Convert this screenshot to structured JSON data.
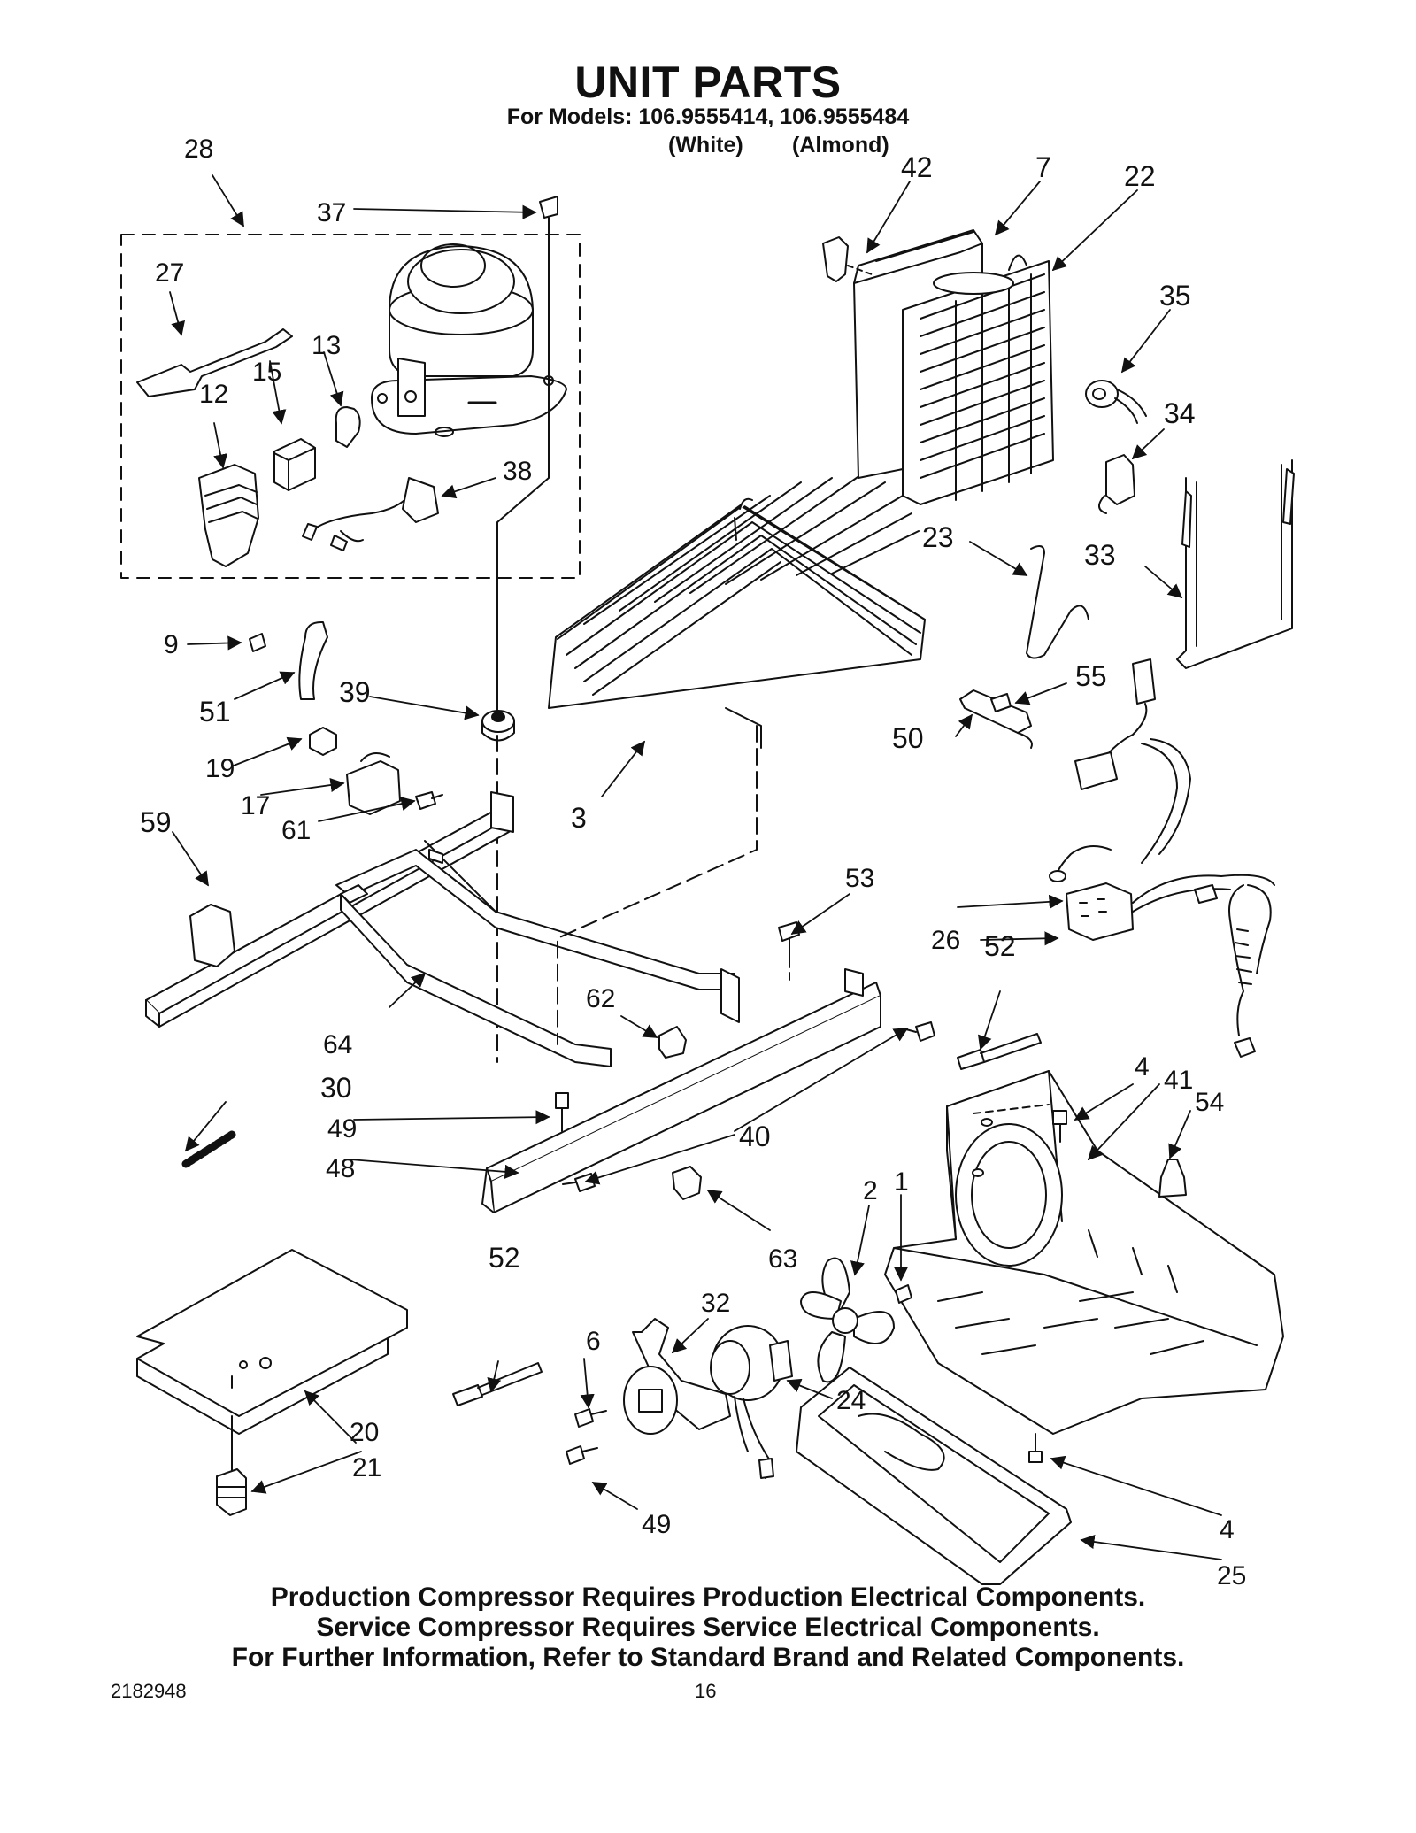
{
  "header": {
    "title": "UNIT PARTS",
    "models": "For Models: 106.9555414, 106.9555484",
    "variant_1": "(White)",
    "variant_2": "(Almond)"
  },
  "callouts": {
    "c1": "1",
    "c2": "2",
    "c3": "3",
    "c4a": "4",
    "c4b": "4",
    "c6": "6",
    "c7": "7",
    "c9": "9",
    "c12": "12",
    "c13": "13",
    "c15": "15",
    "c17": "17",
    "c19": "19",
    "c20": "20",
    "c21": "21",
    "c22": "22",
    "c23": "23",
    "c24": "24",
    "c25": "25",
    "c26": "26",
    "c27": "27",
    "c28": "28",
    "c30": "30",
    "c32": "32",
    "c33": "33",
    "c34": "34",
    "c35": "35",
    "c37": "37",
    "c38": "38",
    "c39": "39",
    "c40": "40",
    "c41": "41",
    "c42": "42",
    "c48": "48",
    "c49a": "49",
    "c49b": "49",
    "c50": "50",
    "c51": "51",
    "c52a": "52",
    "c52b": "52",
    "c53": "53",
    "c54": "54",
    "c55": "55",
    "c59": "59",
    "c61": "61",
    "c62": "62",
    "c63": "63",
    "c64": "64"
  },
  "notes": {
    "line1": "Production Compressor Requires Production Electrical Components.",
    "line2": "Service Compressor Requires Service Electrical Components.",
    "line3": "For Further Information, Refer to Standard Brand and Related Components."
  },
  "footer": {
    "doc_number": "2182948",
    "page_number": "16"
  }
}
